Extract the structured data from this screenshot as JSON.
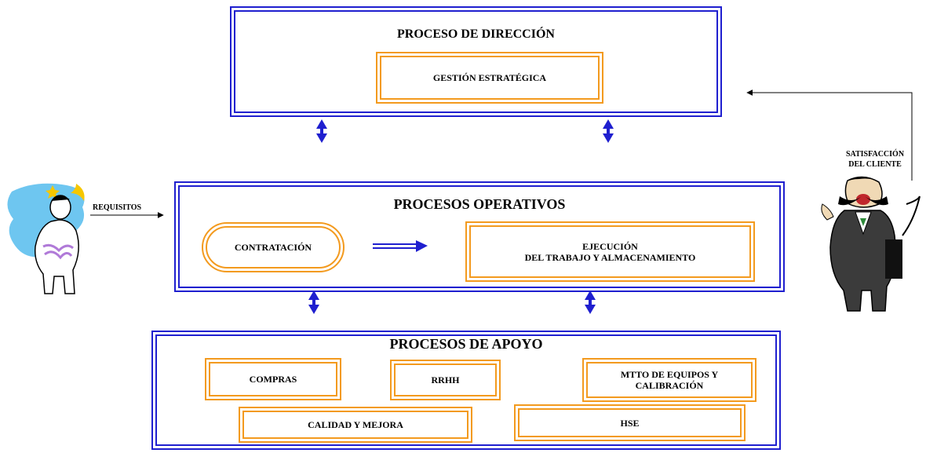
{
  "colors": {
    "frame": "#1f1fcf",
    "box": "#f39a1e",
    "arrow": "#1f1fcf",
    "line": "#000000"
  },
  "direccion": {
    "title": "PROCESO DE DIRECCIÓN",
    "box": "GESTIÓN ESTRATÉGICA"
  },
  "operativos": {
    "title": "PROCESOS OPERATIVOS",
    "contratacion": "CONTRATACIÓN",
    "ejecucion": "EJECUCIÓN\nDEL TRABAJO Y ALMACENAMIENTO"
  },
  "apoyo": {
    "title": "PROCESOS DE APOYO",
    "compras": "COMPRAS",
    "rrhh": "RRHH",
    "mtto": "MTTO DE EQUIPOS Y\nCALIBRACIÓN",
    "calidad": "CALIDAD Y MEJORA",
    "hse": "HSE"
  },
  "inputs": {
    "requisitos": "REQUISITOS"
  },
  "outputs": {
    "satisfaccion": "SATISFACCIÓN\nDEL CLIENTE"
  },
  "figures": {
    "left": "customer-thinking-figure",
    "right": "happy-customer-figure"
  }
}
